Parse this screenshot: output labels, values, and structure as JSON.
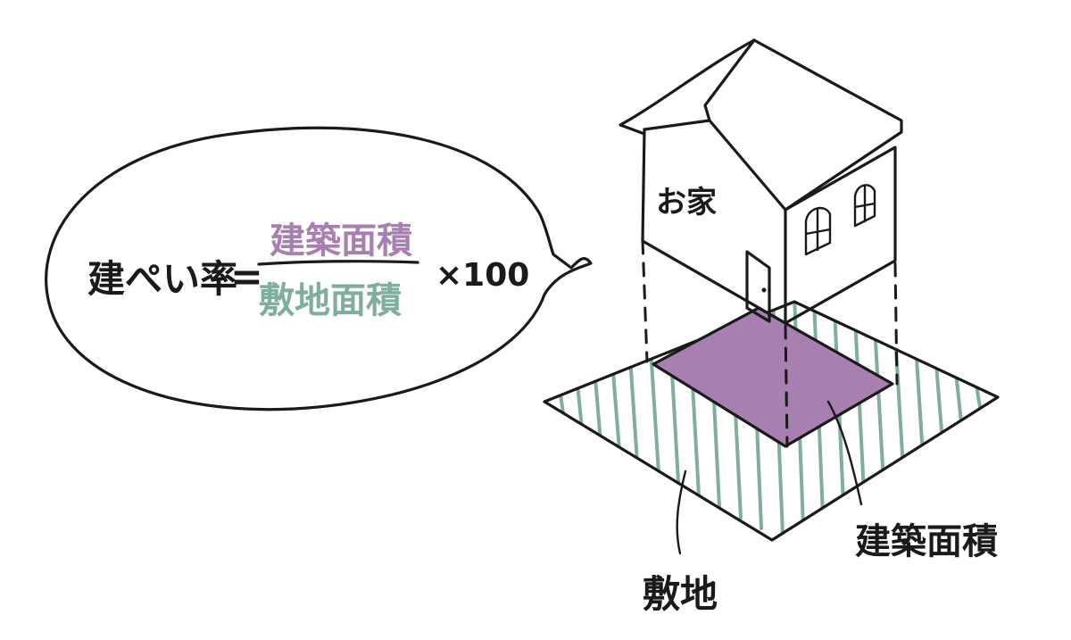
{
  "formula": {
    "lhs": "建ぺい率",
    "equals": "=",
    "numerator": "建築面積",
    "denominator": "敷地面積",
    "multiplier": "×100"
  },
  "house": {
    "label": "お家"
  },
  "labels": {
    "site": "敷地",
    "building_area": "建築面積"
  },
  "colors": {
    "ink": "#1a1a1a",
    "building_area": "#a77fb0",
    "site": "#7fae9c"
  }
}
